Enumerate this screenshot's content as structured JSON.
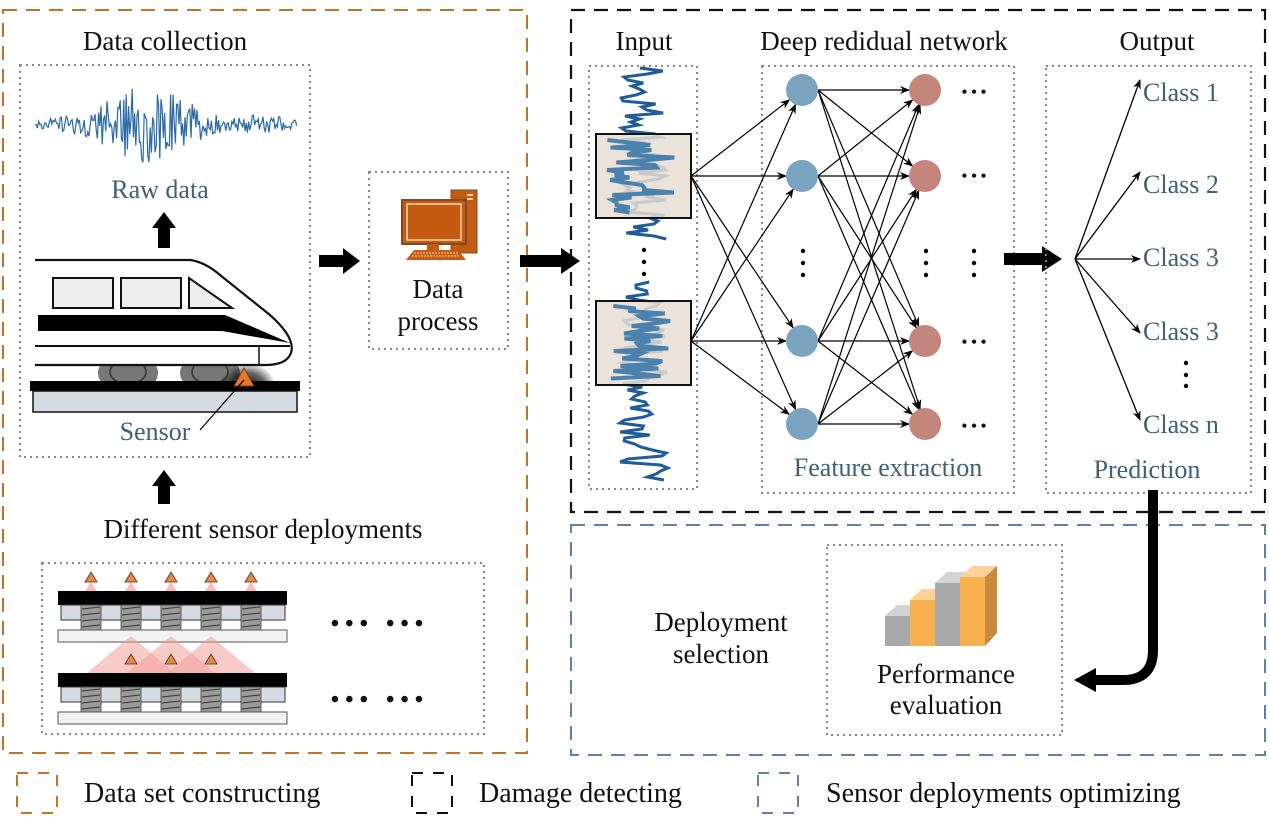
{
  "groups": {
    "data_set": {
      "title": "Data collection",
      "raw_data_label": "Raw data",
      "sensor_label": "Sensor",
      "deployments_label": "Different sensor deployments",
      "process_label_line1": "Data",
      "process_label_line2": "process",
      "ellipsis": "• • •   • • •"
    },
    "damage": {
      "input_title": "Input",
      "network_title": "Deep redidual network",
      "output_title": "Output",
      "feature_label": "Feature extraction",
      "prediction_label": "Prediction",
      "classes": [
        "Class 1",
        "Class 2",
        "Class 3",
        "Class 3",
        "Class n"
      ],
      "node_ellipsis": "• • •"
    },
    "optimizing": {
      "deployment_line1": "Deployment",
      "deployment_line2": "selection",
      "performance_line1": "Performance",
      "performance_line2": "evaluation"
    }
  },
  "legend": [
    {
      "label": "Data set constructing",
      "color": "#c0742a"
    },
    {
      "label": "Damage detecting",
      "color": "#111111"
    },
    {
      "label": "Sensor deployments optimizing",
      "color": "#5b83ab"
    }
  ],
  "colors": {
    "orange_group": "#c0742a",
    "black_group": "#111111",
    "blue_group": "#5b83ab",
    "blue_node": "#7aa3bf",
    "red_node": "#c4857c",
    "signal": "#1f5c99",
    "computer": "#c55a11",
    "sensor": "#e8772e"
  }
}
